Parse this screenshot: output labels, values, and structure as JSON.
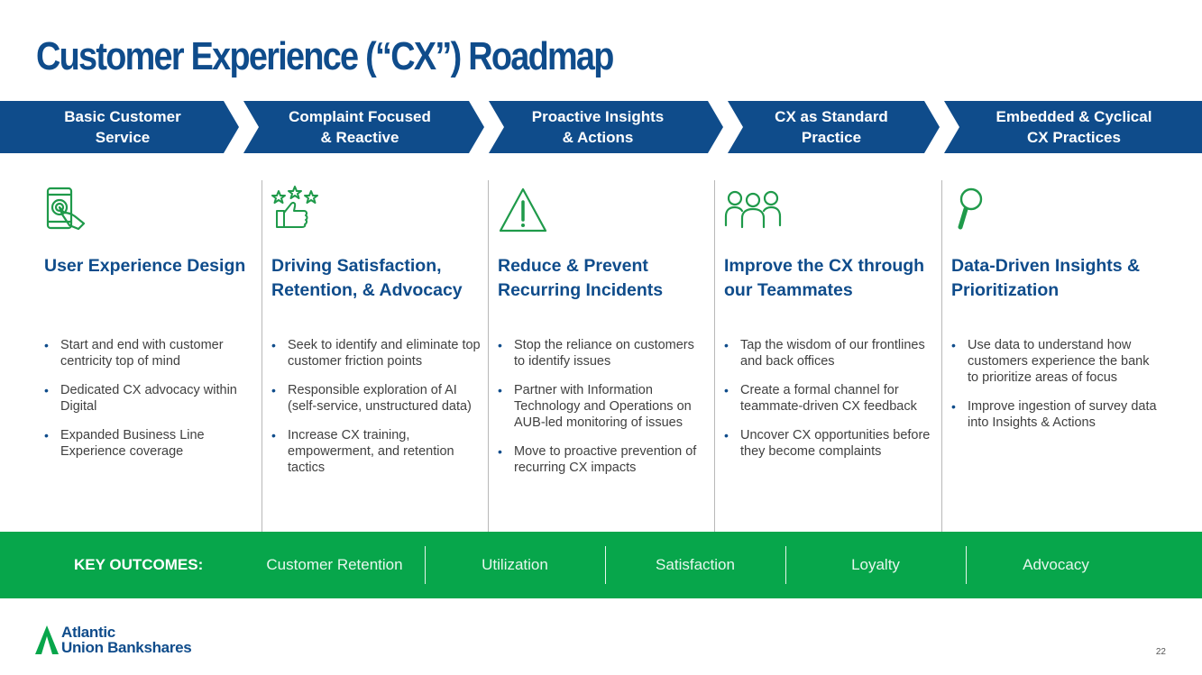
{
  "title": "Customer Experience (“CX”) Roadmap",
  "colors": {
    "brand_blue": "#0f4c8b",
    "green": "#07a64b",
    "icon_green": "#1f9a4a"
  },
  "phases": [
    {
      "label": "Basic Customer\nService"
    },
    {
      "label": "Complaint Focused\n& Reactive"
    },
    {
      "label": "Proactive Insights\n& Actions"
    },
    {
      "label": "CX as Standard\nPractice"
    },
    {
      "label": "Embedded & Cyclical\nCX Practices"
    }
  ],
  "columns": [
    {
      "icon": "touch-phone-icon",
      "heading": "User Experience Design",
      "bullets": [
        "Start and end with customer centricity top of mind",
        "Dedicated CX advocacy within Digital",
        "Expanded Business Line Experience coverage"
      ]
    },
    {
      "icon": "thumbs-up-stars-icon",
      "heading": "Driving Satisfaction, Retention, & Advocacy",
      "bullets": [
        "Seek to identify and eliminate top customer friction points",
        "Responsible exploration of AI (self-service, unstructured data)",
        "Increase CX training, empowerment, and retention tactics"
      ]
    },
    {
      "icon": "warning-triangle-icon",
      "heading": "Reduce & Prevent Recurring Incidents",
      "bullets": [
        "Stop the reliance on customers to identify issues",
        "Partner with Information Technology and Operations on AUB-led monitoring of issues",
        "Move to proactive prevention of recurring CX impacts"
      ]
    },
    {
      "icon": "team-people-icon",
      "heading": "Improve the CX through our Teammates",
      "bullets": [
        "Tap the wisdom of our frontlines and back offices",
        "Create a formal channel for teammate-driven CX feedback",
        "Uncover CX opportunities before they become complaints"
      ]
    },
    {
      "icon": "magnifying-glass-icon",
      "heading": "Data-Driven Insights & Prioritization",
      "bullets": [
        "Use data to understand how customers experience the bank to prioritize areas of focus",
        "Improve ingestion of survey data into Insights & Actions"
      ]
    }
  ],
  "outcomes": {
    "key_label": "KEY OUTCOMES:",
    "items": [
      "Customer Retention",
      "Utilization",
      "Satisfaction",
      "Loyalty",
      "Advocacy"
    ]
  },
  "logo": {
    "line1": "Atlantic",
    "line2": "Union Bankshares"
  },
  "page_number": "22"
}
